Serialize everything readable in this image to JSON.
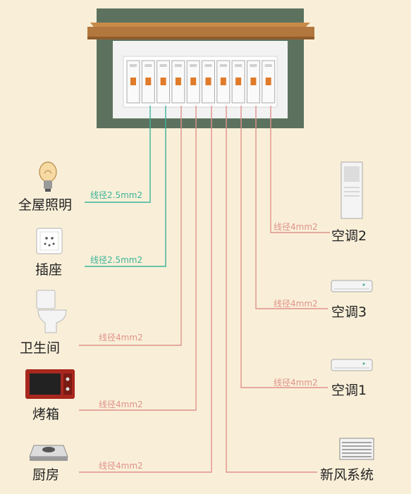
{
  "colors": {
    "background": "#f9efd8",
    "panel_frame": "#5c725e",
    "panel_inner": "#f2f2f2",
    "shelf": "#b2773d",
    "breaker_handle": "#e07b2a",
    "wire_green": "#3cb39a",
    "wire_red": "#e0928c"
  },
  "breaker_count": 10,
  "left_circuits": [
    {
      "label": "全屋照明",
      "wire_spec": "线径2.5mm2",
      "icon": "light-bulb-icon",
      "wire_color": "green"
    },
    {
      "label": "插座",
      "wire_spec": "线径2.5mm2",
      "icon": "wall-socket-icon",
      "wire_color": "green"
    },
    {
      "label": "卫生间",
      "wire_spec": "线径4mm2",
      "icon": "toilet-icon",
      "wire_color": "red"
    },
    {
      "label": "烤箱",
      "wire_spec": "线径4mm2",
      "icon": "oven-icon",
      "wire_color": "red"
    },
    {
      "label": "厨房",
      "wire_spec": "线径4mm2",
      "icon": "gas-stove-icon",
      "wire_color": "red"
    }
  ],
  "right_circuits": [
    {
      "label": "空调2",
      "wire_spec": "线径4mm2",
      "icon": "floor-ac-icon",
      "wire_color": "red"
    },
    {
      "label": "空调3",
      "wire_spec": "线径4mm2",
      "icon": "wall-ac-icon",
      "wire_color": "red"
    },
    {
      "label": "空调1",
      "wire_spec": "线径4mm2",
      "icon": "wall-ac-icon",
      "wire_color": "red"
    },
    {
      "label": "新风系统",
      "wire_spec": "",
      "icon": "fresh-air-vent-icon",
      "wire_color": "red"
    }
  ]
}
